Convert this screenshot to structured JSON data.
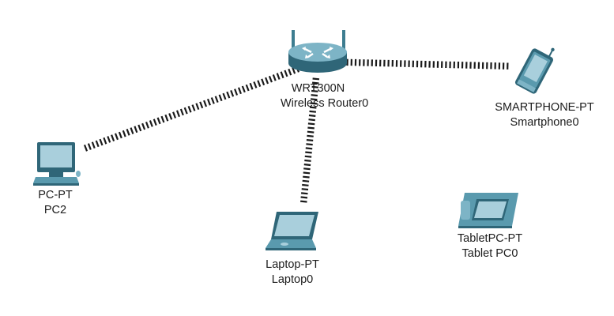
{
  "devices": {
    "router": {
      "model": "WRT300N",
      "name": "Wireless Router0"
    },
    "smartphone": {
      "model": "SMARTPHONE-PT",
      "name": "Smartphone0"
    },
    "pc": {
      "model": "PC-PT",
      "name": "PC2"
    },
    "laptop": {
      "model": "Laptop-PT",
      "name": "Laptop0"
    },
    "tablet": {
      "model": "TabletPC-PT",
      "name": "Tablet PC0"
    }
  },
  "links": [
    {
      "from": "router",
      "to": "pc",
      "type": "wireless"
    },
    {
      "from": "router",
      "to": "smartphone",
      "type": "wireless"
    },
    {
      "from": "router",
      "to": "laptop",
      "type": "wireless"
    }
  ],
  "colors": {
    "device_body": "#5a9aae",
    "device_light": "#a9cfdc",
    "device_dark": "#2f6678",
    "link": "#1a1a1a"
  }
}
